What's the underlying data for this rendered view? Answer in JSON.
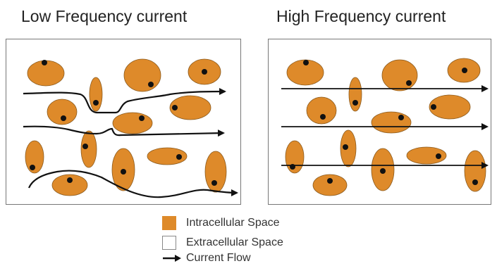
{
  "titles": {
    "low": "Low Frequency current",
    "high": "High Frequency current"
  },
  "legend": {
    "intracellular": "Intracellular Space",
    "extracellular": "Extracellular Space",
    "current_flow": "Current Flow"
  },
  "colors": {
    "cell_fill": "#de8a2a",
    "cell_stroke": "#8a5a1e",
    "nucleus": "#111111",
    "flow_line": "#111111",
    "panel_border": "#777777",
    "extracellular_fill": "#ffffff"
  }
}
